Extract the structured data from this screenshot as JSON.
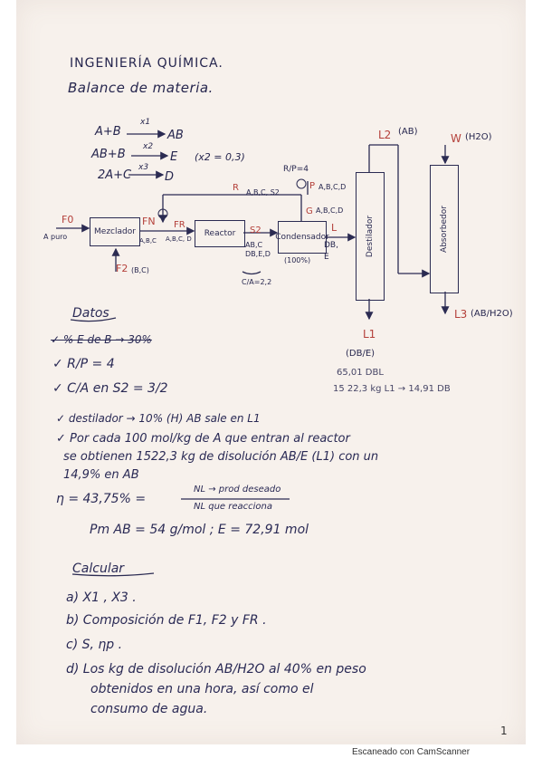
{
  "header": {
    "title": "INGENIERÍA QUÍMICA.",
    "subtitle": "Balance de materia."
  },
  "reactions": [
    {
      "lhs": "A+B",
      "arrow": "x1",
      "rhs": "AB"
    },
    {
      "lhs": "AB+B",
      "arrow": "x2",
      "rhs": "E",
      "note": "(x2 = 0,3)"
    },
    {
      "lhs": "2A+C",
      "arrow": "x3",
      "rhs": "D"
    }
  ],
  "diagram": {
    "stream_F0": "F0",
    "stream_F0_desc": "A puro",
    "mixer_label": "Mezclador",
    "stream_FN": "FN",
    "stream_FN_desc": "A,B,C",
    "stream_F2": "F2",
    "stream_F2_desc": "(B,C)",
    "stream_FR": "FR",
    "stream_FR_desc": "A,B,C, D",
    "reactor_label": "Reactor",
    "stream_S2": "S2",
    "stream_S2_desc": "AB,C DB,E,D",
    "separator_label": "Condensador",
    "separator_pct": "(100%)",
    "recycle_R": "R",
    "recycle_R_desc": "A,B,C, S2",
    "purge_P": "P",
    "purge_P_desc": "A,B,C,D",
    "purge_G": "G",
    "purge_G_desc": "A,B,C,D",
    "rp_ratio": "R/P=4",
    "ca_note": "C/A=2,2",
    "stream_L": "L",
    "stream_L_desc": "DB, E",
    "distillation_label": "Destilador",
    "absorber_label": "Absorbedor",
    "stream_L2": "L2",
    "stream_L2_desc": "(AB)",
    "stream_W": "W",
    "stream_W_desc": "(H2O)",
    "stream_L1": "L1",
    "stream_L1_desc": "(DB/E)",
    "stream_L3": "L3",
    "stream_L3_desc": "(AB/H2O)",
    "right_note_1": "65,01 DBL",
    "right_note_2": "15 22,3 kg L1 → 14,91 DB"
  },
  "datos": {
    "heading": "Datos",
    "items": [
      "✓ % E de B → 30%",
      "✓ R/P = 4",
      "✓ C/A en S2 = 3/2",
      "✓ destilador → 10% (H) AB sale en L1",
      "✓ Por cada 100 mol/kg de A que entran al reactor",
      "se obtienen 1522,3 kg de disolución AB/E (L1) con un",
      "14,9% en AB",
      "η = 43,75% =",
      "NL → prod deseado",
      "NL que reacciona",
      "Pm AB = 54 g/mol ;  E = 72,91 mol"
    ]
  },
  "calcular": {
    "heading": "Calcular",
    "items": [
      "a) X1 , X3 .",
      "b) Composición de F1, F2 y FR .",
      "c) S, ηp .",
      "d) Los kg de disolución AB/H2O al 40% en peso",
      "obtenidos en una hora, así como el",
      "consumo de agua."
    ]
  },
  "footer": {
    "page_number": "1",
    "scanner": "Escaneado con CamScanner"
  }
}
